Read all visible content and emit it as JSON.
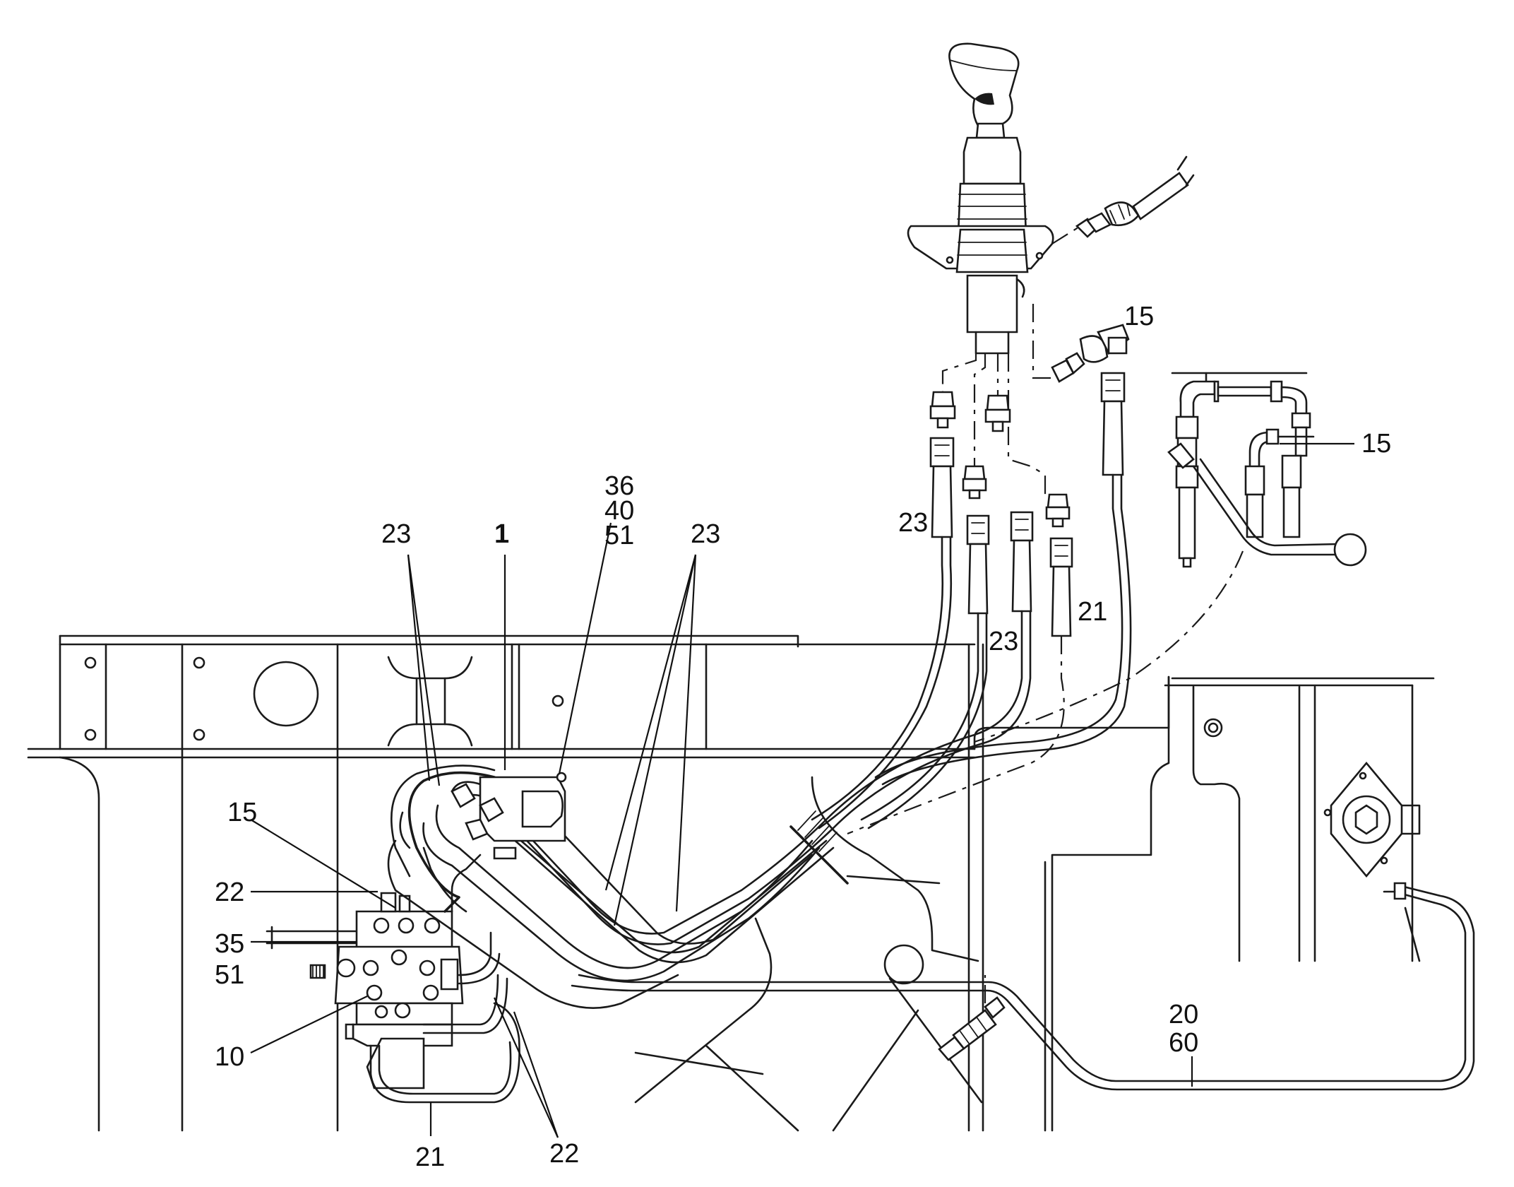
{
  "diagram": {
    "callouts": {
      "c15_top": "15",
      "c15_right": "15",
      "c15_left": "15",
      "c23_a": "23",
      "c23_b": "23",
      "c23_c": "23",
      "c23_d": "23",
      "c21_right": "21",
      "c21_bottom": "21",
      "c36": "36",
      "c40": "40",
      "c51_top": "51",
      "c1": "1",
      "c22_left": "22",
      "c22_bottom": "22",
      "c35": "35",
      "c51_left": "51",
      "c10": "10",
      "c20": "20",
      "c60": "60"
    }
  }
}
